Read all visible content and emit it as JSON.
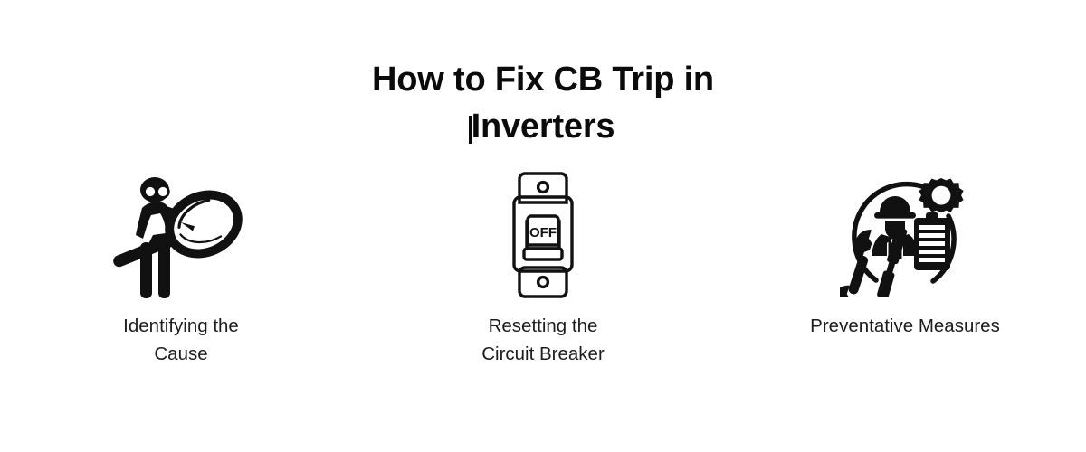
{
  "background_color": "#ffffff",
  "title": {
    "line1": "How to Fix CB Trip in",
    "line2": "Inverters",
    "color": "#0b0b0b"
  },
  "steps": [
    {
      "icon_name": "person-with-magnifying-glass-icon",
      "caption": "Identifying the Cause",
      "caption_line1": "Identifying the",
      "caption_line2": "Cause"
    },
    {
      "icon_name": "circuit-breaker-switch-icon",
      "caption": "Resetting the Circuit Breaker",
      "caption_line1": "Resetting the",
      "caption_line2": "Circuit Breaker",
      "breaker_label": "OFF"
    },
    {
      "icon_name": "maintenance-tools-worker-icon",
      "caption": "Preventative Measures",
      "caption_line1": "Preventative Measures",
      "caption_line2": ""
    }
  ],
  "icon_color": "#111111",
  "caption_color": "#1d1d1d"
}
